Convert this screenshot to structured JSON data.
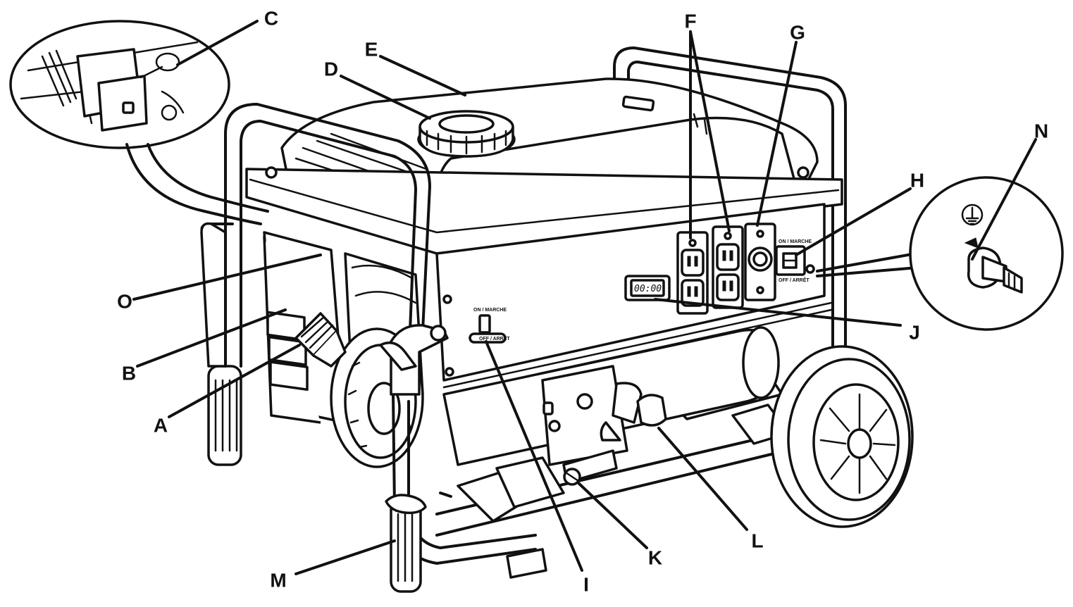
{
  "callouts": [
    {
      "id": "A",
      "label": "A"
    },
    {
      "id": "B",
      "label": "B"
    },
    {
      "id": "C",
      "label": "C"
    },
    {
      "id": "D",
      "label": "D"
    },
    {
      "id": "E",
      "label": "E"
    },
    {
      "id": "F",
      "label": "F"
    },
    {
      "id": "G",
      "label": "G"
    },
    {
      "id": "H",
      "label": "H"
    },
    {
      "id": "I",
      "label": "I"
    },
    {
      "id": "J",
      "label": "J"
    },
    {
      "id": "K",
      "label": "K"
    },
    {
      "id": "L",
      "label": "L"
    },
    {
      "id": "M",
      "label": "M"
    },
    {
      "id": "N",
      "label": "N"
    },
    {
      "id": "O",
      "label": "O"
    }
  ],
  "panel": {
    "hour_meter": "00:00",
    "switch_on_label": "ON / MARCHE",
    "switch_off_label": "OFF / ARRÊT",
    "breaker_on_label": "ON / MARCHE",
    "breaker_off_label": "OFF / ARRÊT"
  }
}
